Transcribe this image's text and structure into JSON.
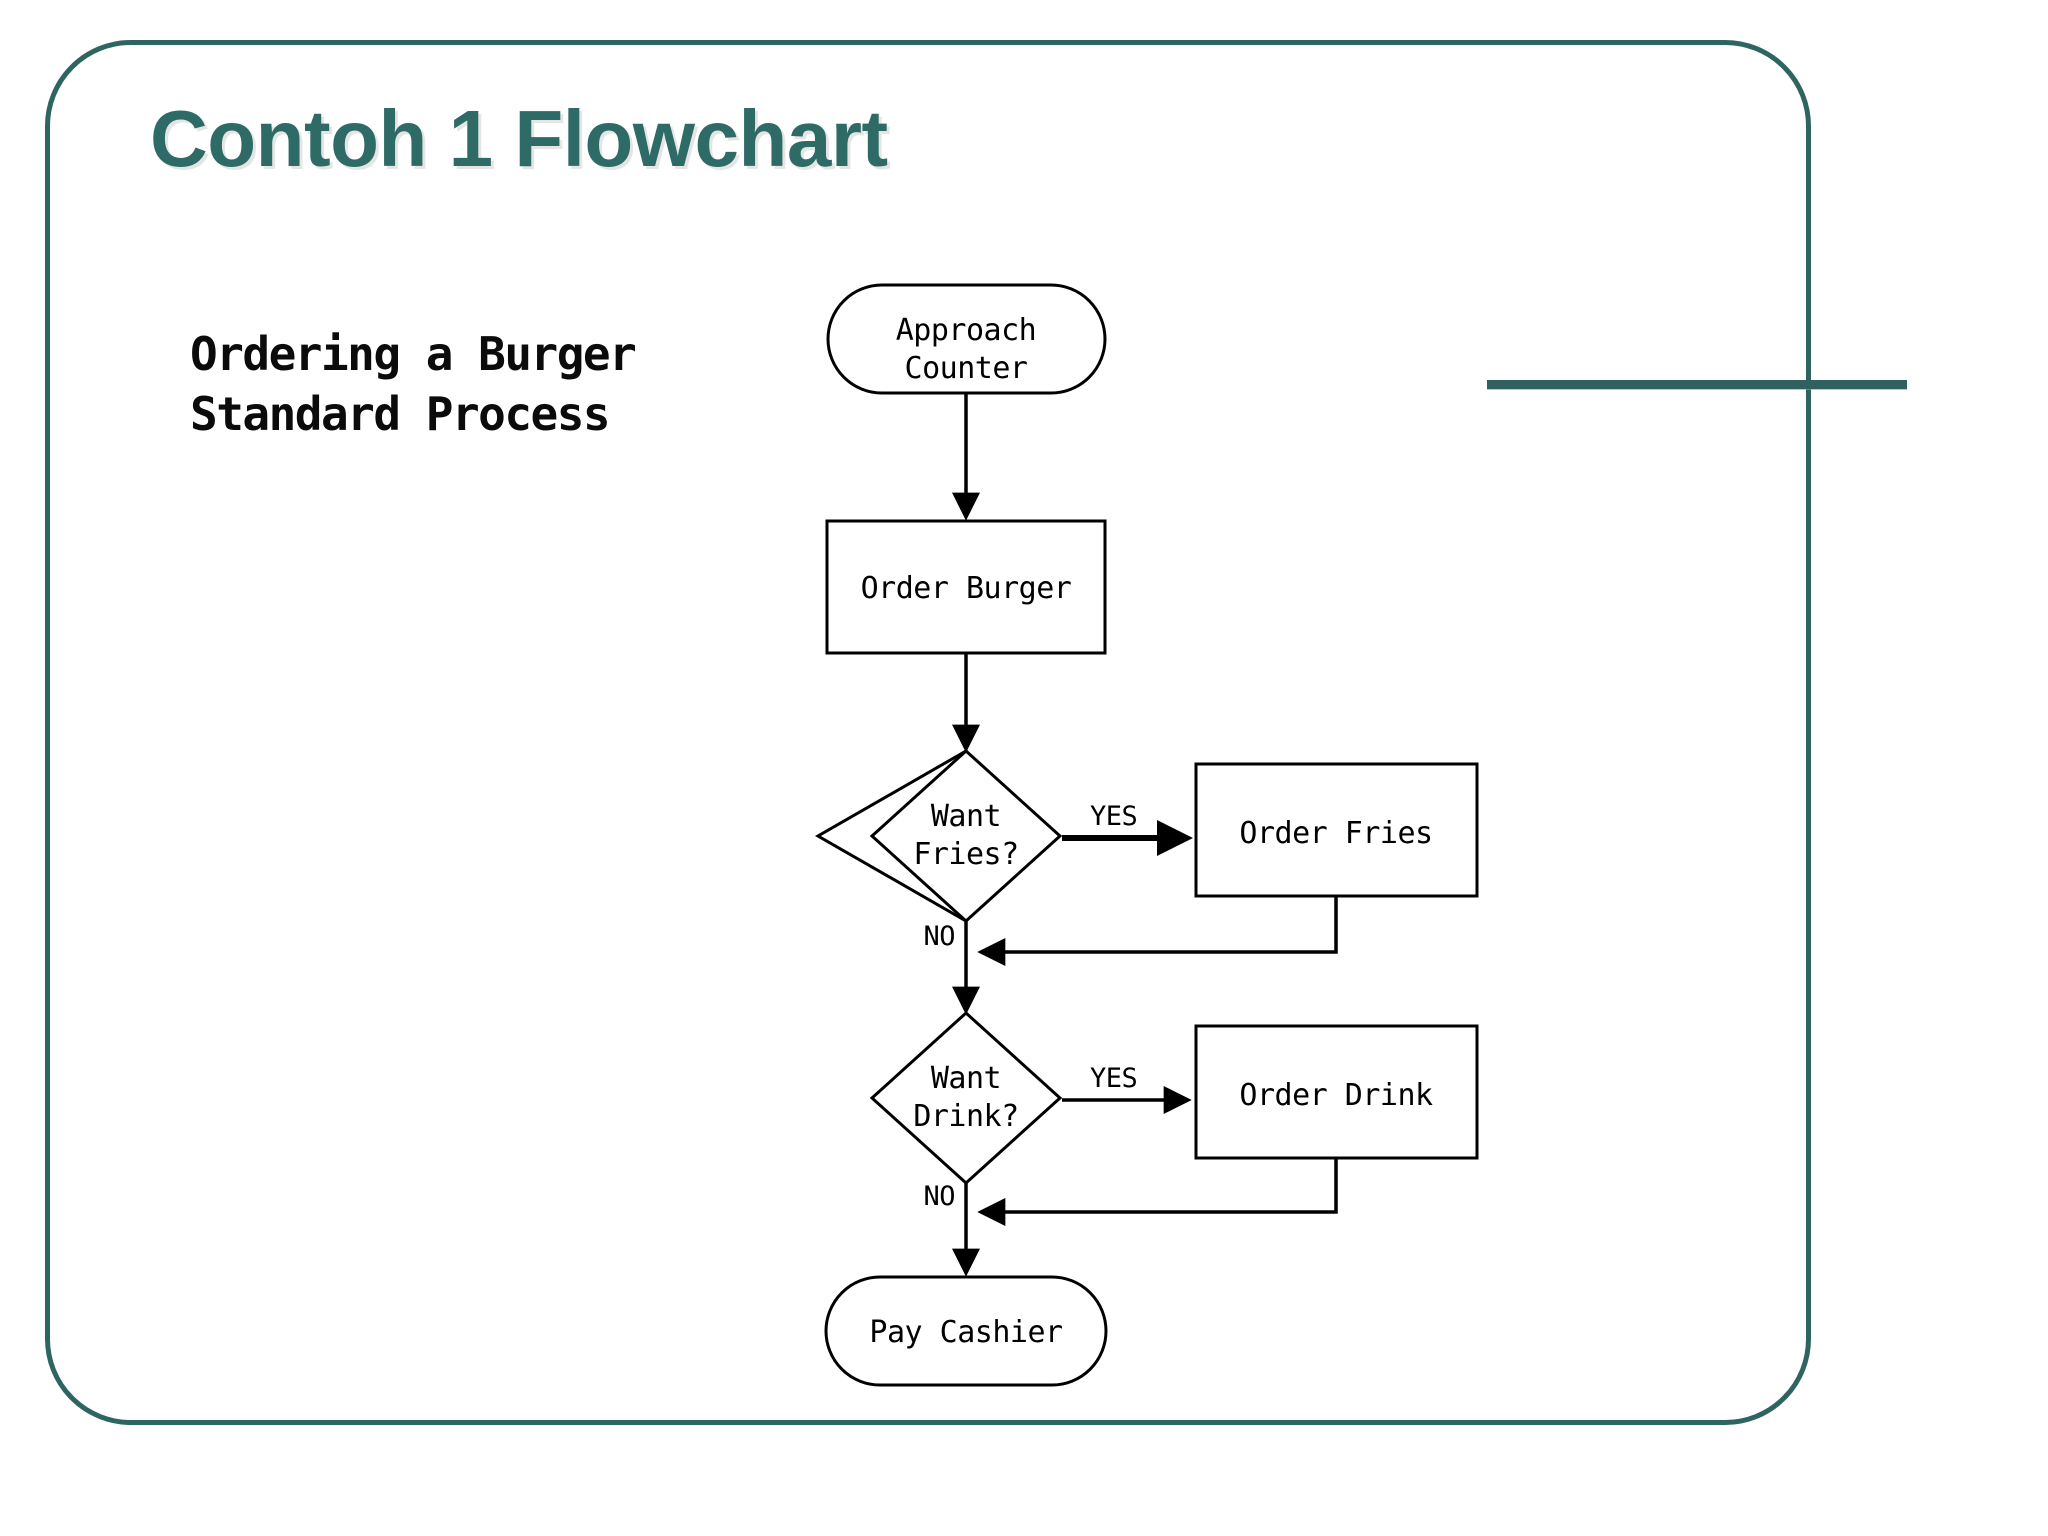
{
  "slide": {
    "title": "Contoh 1 Flowchart",
    "accent_color": "#2f6b66",
    "border_color": "#2f6560",
    "background_color": "#ffffff"
  },
  "caption": {
    "line1": "Ordering a Burger",
    "line2": "Standard Process"
  },
  "chart_data": {
    "type": "diagram",
    "diagram_type": "flowchart",
    "title": "Ordering a Burger Standard Process",
    "nodes": [
      {
        "id": "approach",
        "label": "Approach\nCounter",
        "label_line1": "Approach",
        "label_line2": "Counter",
        "shape": "terminator"
      },
      {
        "id": "order_burger",
        "label": "Order Burger",
        "shape": "process"
      },
      {
        "id": "want_fries",
        "label": "Want\nFries?",
        "label_line1": "Want",
        "label_line2": "Fries?",
        "shape": "decision"
      },
      {
        "id": "order_fries",
        "label": "Order Fries",
        "shape": "process"
      },
      {
        "id": "want_drink",
        "label": "Want\nDrink?",
        "label_line1": "Want",
        "label_line2": "Drink?",
        "shape": "decision"
      },
      {
        "id": "order_drink",
        "label": "Order Drink",
        "shape": "process"
      },
      {
        "id": "pay_cashier",
        "label": "Pay Cashier",
        "shape": "terminator"
      }
    ],
    "edges": [
      {
        "from": "approach",
        "to": "order_burger",
        "label": ""
      },
      {
        "from": "order_burger",
        "to": "want_fries",
        "label": ""
      },
      {
        "from": "want_fries",
        "to": "order_fries",
        "label": "YES"
      },
      {
        "from": "want_fries",
        "to": "want_drink",
        "label": "NO"
      },
      {
        "from": "order_fries",
        "to": "want_drink",
        "label": ""
      },
      {
        "from": "want_drink",
        "to": "order_drink",
        "label": "YES"
      },
      {
        "from": "want_drink",
        "to": "pay_cashier",
        "label": "NO"
      },
      {
        "from": "order_drink",
        "to": "pay_cashier",
        "label": ""
      }
    ],
    "edge_labels": {
      "fries_yes": "YES",
      "fries_no": "NO",
      "drink_yes": "YES",
      "drink_no": "NO"
    }
  }
}
